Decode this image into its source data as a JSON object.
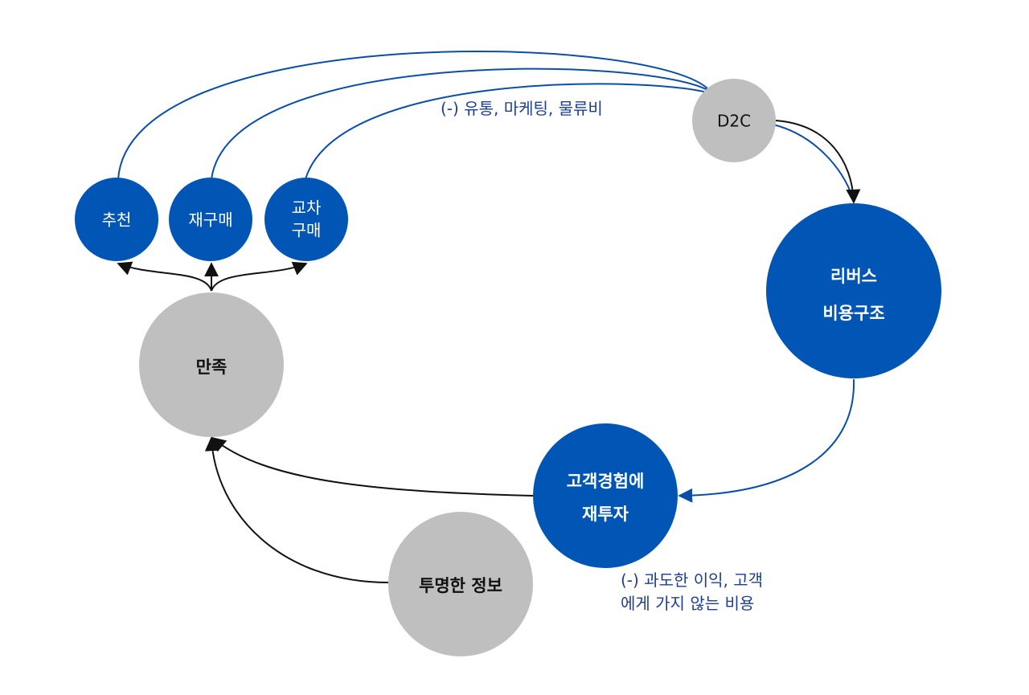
{
  "colors": {
    "blue": "#0055b5",
    "gray": "#bfbfbf",
    "blue_line": "#0a4ea8",
    "black_line": "#111111",
    "annotation": "#1e3f8f"
  },
  "nodes": {
    "d2c": {
      "label": "D2C"
    },
    "reverse_cost": {
      "line1": "리버스",
      "line2": "비용구조"
    },
    "reinvest": {
      "line1": "고객경험에",
      "line2": "재투자"
    },
    "satisfaction": {
      "label": "만족"
    },
    "transparent_info": {
      "label": "투명한 정보"
    },
    "recommend": {
      "label": "추천"
    },
    "repurchase": {
      "label": "재구매"
    },
    "cross_purchase": {
      "line1": "교차",
      "line2": "구매"
    }
  },
  "annotations": {
    "top": "(-) 유통, 마케팅, 물류비",
    "bottom_line1": "(-) 과도한 이익, 고객",
    "bottom_line2": "에게 가지 않는 비용"
  }
}
